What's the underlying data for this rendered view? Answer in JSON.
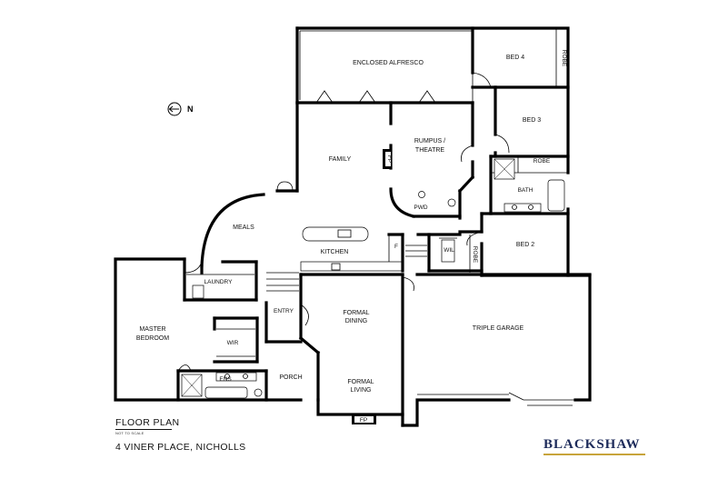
{
  "compass": {
    "label": "N"
  },
  "rooms": {
    "enclosed_alfresco": "ENCLOSED ALFRESCO",
    "bed4": "BED 4",
    "bed4_robe": "ROBE",
    "bed3": "BED 3",
    "bed3_robe": "ROBE",
    "bath": "BATH",
    "rumpus": "RUMPUS /",
    "theatre": "THEATRE",
    "family": "FAMILY",
    "fp_family": "FP",
    "pwd": "PWD",
    "meals": "MEALS",
    "kitchen": "KITCHEN",
    "f": "F",
    "wil": "WIL",
    "bed2_robe": "ROBE",
    "bed2": "BED 2",
    "laundry": "LAUNDRY",
    "master": "MASTER",
    "bedroom": "BEDROOM",
    "wir": "WIR",
    "ens": "ENS",
    "entry": "ENTRY",
    "formal_dining_1": "FORMAL",
    "formal_dining_2": "DINING",
    "porch": "PORCH",
    "formal_living_1": "FORMAL",
    "formal_living_2": "LIVING",
    "fp_living": "FP",
    "triple_garage": "TRIPLE GARAGE"
  },
  "title_block": {
    "title": "FLOOR PLAN",
    "scale_note": "NOT TO SCALE",
    "address": "4 VINER PLACE, NICHOLLS"
  },
  "brand": {
    "name": "BLACKSHAW"
  },
  "colors": {
    "wall": "#000000",
    "brand": "#1c2a5a",
    "brand_accent": "#c8a43b"
  }
}
